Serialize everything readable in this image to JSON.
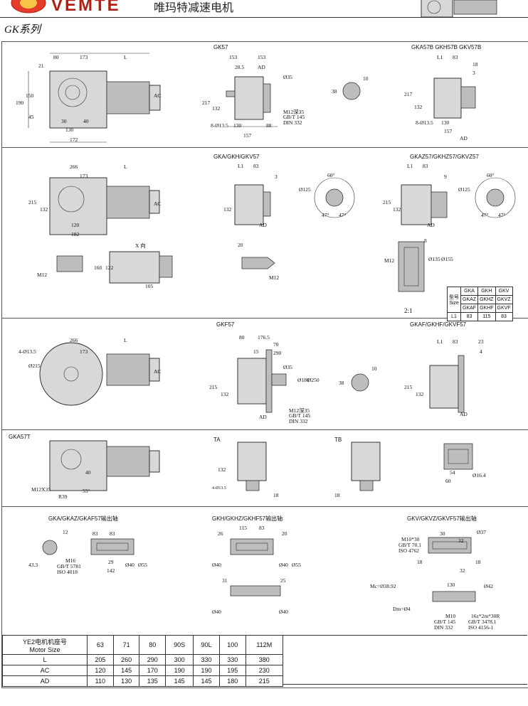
{
  "header": {
    "brand": "VEMTE",
    "company": "唯玛特减速电机",
    "series_title": "GK系列"
  },
  "labels": {
    "gk57": "GK57",
    "gka57b": "GKA57B GKH57B GKV57B",
    "gka_gkh_gkv57": "GKA/GKH/GKV57",
    "gkaz57": "GKAZ57/GKHZ57/GKVZ57",
    "gkf57": "GKF57",
    "gkaf57": "GKAF/GKHF/GKVF57",
    "gka57t": "GKA57T",
    "ta": "TA",
    "tb": "TB",
    "out_a": "GKA/GKAZ/GKAF57输出轴",
    "out_h": "GKH/GKHZ/GKHF57输出轴",
    "out_v": "GKV/GKVZ/GKVF57输出轴",
    "x_view": "X 向",
    "scale": "2:1"
  },
  "dims": {
    "d80": "80",
    "d173": "173",
    "dL": "L",
    "d21": "21",
    "d190": "190",
    "d150": "150",
    "d45": "45",
    "d30": "30",
    "d40": "40",
    "d130": "130",
    "d172": "172",
    "dAC": "AC",
    "d153a": "153",
    "d153b": "153",
    "d28": "28.5",
    "dAD": "AD",
    "d35": "Ø35",
    "d10": "10",
    "d38": "38",
    "d217": "217",
    "d132": "132",
    "d4013": "8-Ø13.5",
    "d88": "88",
    "d157": "157",
    "m12": "M12深35",
    "gbt145": "GB/T 145",
    "din332": "DIN 332",
    "dL1": "L1",
    "d83": "83",
    "d18": "18",
    "d3": "3",
    "d266": "266",
    "d215": "215",
    "d120": "120",
    "d182": "182",
    "d60": "60°",
    "d125": "Ø125",
    "d47": "47°",
    "d9": "9",
    "d20": "20",
    "dM12": "M12",
    "d8": "8",
    "d135": "Ø135",
    "d155": "Ø155",
    "d160": "160",
    "d122": "122",
    "d105": "105",
    "d4135": "4-Ø13.5",
    "d215b": "Ø215",
    "d1765": "176.5",
    "d70": "70",
    "d15": "15",
    "d180": "Ø180",
    "d250": "Ø250",
    "d23": "23",
    "d4": "4",
    "m12x35": "M12X35",
    "r39": "R39",
    "d55": "55°",
    "d54": "54",
    "d605": "60",
    "d164": "Ø16.4",
    "d12": "12",
    "d29": "29",
    "d142": "142",
    "d433": "43.3",
    "dphi40": "Ø40",
    "dphi55": "Ø55",
    "m16": "M16",
    "gbt5781": "GB/T 5781",
    "iso4018": "ISO 4018",
    "d115": "115",
    "d26": "26",
    "d31": "31",
    "d25": "25",
    "m10": "M10*30",
    "gbt701": "GB/T 70.1",
    "iso4762": "ISO 4762",
    "d37": "Ø37",
    "d32": "32",
    "d42": "Ø42",
    "mc": "Mc=Ø38.92",
    "dm": "Dm=Ø4",
    "m10b": "M10",
    "spline": "16z*2m*30R",
    "gbt3478": "GB/T 3478.1",
    "iso4156": "ISO 4156-1"
  },
  "mini_table": {
    "head_label": "型号\nSize",
    "cols": [
      [
        "GKA",
        "GKAZ",
        "GKAF"
      ],
      [
        "GKH",
        "GKHZ",
        "GKHF"
      ],
      [
        "GKV",
        "GKVZ",
        "GKVF"
      ]
    ],
    "row_label": "L1",
    "values": [
      "83",
      "115",
      "83"
    ]
  },
  "motor_table": {
    "header_label_cn": "YE2电机机座号",
    "header_label_en": "Motor Size",
    "sizes": [
      "63",
      "71",
      "80",
      "90S",
      "90L",
      "100",
      "112M"
    ],
    "rows": [
      {
        "label": "L",
        "values": [
          "205",
          "260",
          "290",
          "300",
          "330",
          "330",
          "380"
        ]
      },
      {
        "label": "AC",
        "values": [
          "120",
          "145",
          "170",
          "190",
          "190",
          "195",
          "230"
        ]
      },
      {
        "label": "AD",
        "values": [
          "110",
          "130",
          "135",
          "145",
          "145",
          "180",
          "215"
        ]
      }
    ]
  }
}
